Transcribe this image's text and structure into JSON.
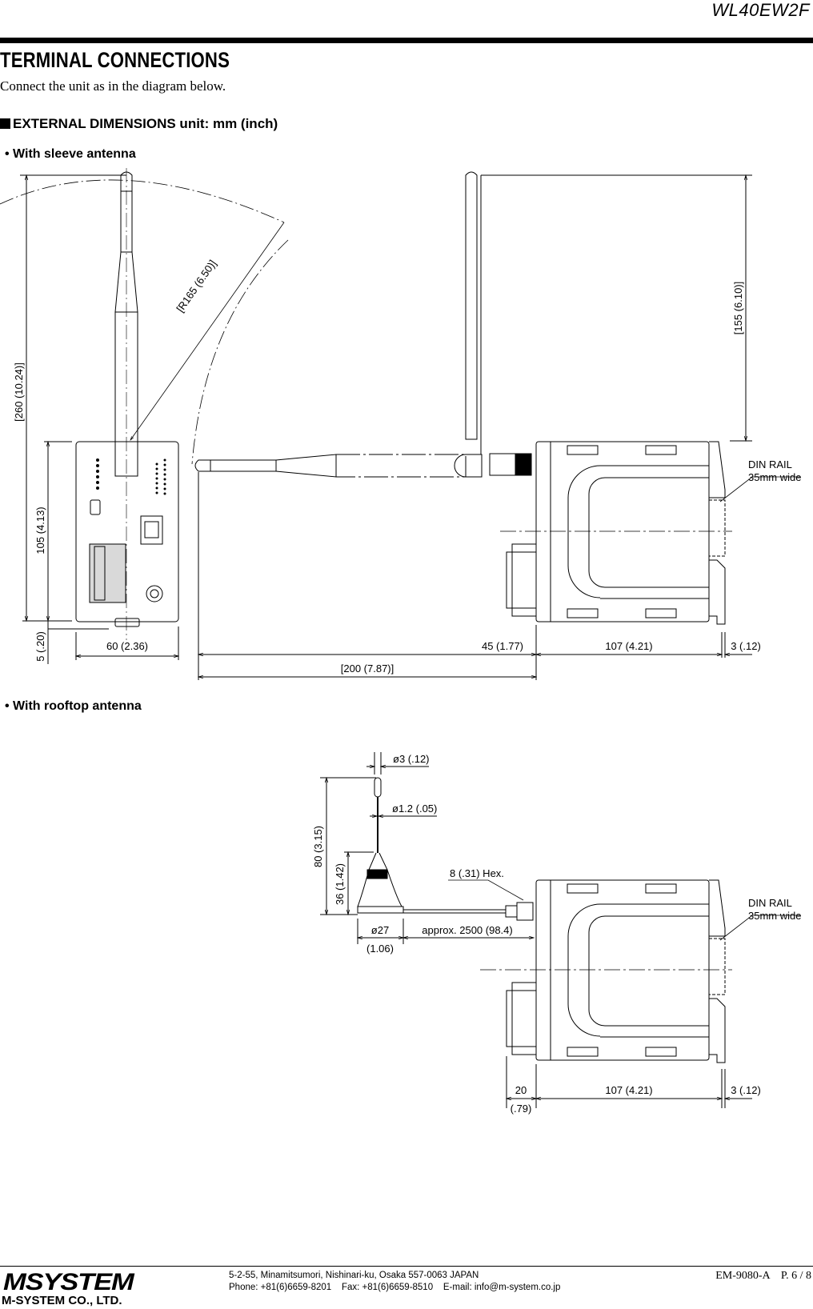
{
  "header": {
    "model": "WL40EW2F"
  },
  "page": {
    "title": "TERMINAL CONNECTIONS",
    "intro": "Connect the unit as in the diagram below.",
    "section_title": "EXTERNAL DIMENSIONS  unit: mm (inch)"
  },
  "figures": {
    "sleeve": {
      "caption": "• With sleeve antenna",
      "dims": {
        "total_height": "[260 (10.24)]",
        "radius": "[R165 (6.50)]",
        "body_height": "105 (4.13)",
        "bottom_offset": "5 (.20)",
        "front_width": "60 (2.36)",
        "antenna_height": "[155 (6.10)]",
        "antenna_connector": "45 (1.77)",
        "body_depth": "107 (4.21)",
        "rail_depth": "3 (.12)",
        "antenna_reach": "[200 (7.87)]",
        "din_rail_line1": "DIN RAIL",
        "din_rail_line2": "35mm wide"
      }
    },
    "rooftop": {
      "caption": "• With rooftop antenna",
      "dims": {
        "tip_dia": "ø3 (.12)",
        "whip_dia": "ø1.2 (.05)",
        "total_height": "80 (3.15)",
        "base_height": "36 (1.42)",
        "hex": "8 (.31) Hex.",
        "base_dia_mm": "ø27",
        "base_dia_in": "(1.06)",
        "cable_length": "approx. 2500 (98.4)",
        "connector_depth_mm": "20",
        "connector_depth_in": "(.79)",
        "body_depth": "107 (4.21)",
        "rail_depth": "3 (.12)",
        "din_rail_line1": "DIN RAIL",
        "din_rail_line2": "35mm wide"
      }
    }
  },
  "footer": {
    "logo": "MSYSTEM",
    "company": "M-SYSTEM CO., LTD.",
    "address": "5-2-55, Minamitsumori, Nishinari-ku, Osaka 557-0063 JAPAN",
    "contact": "Phone: +81(6)6659-8201    Fax: +81(6)6659-8510    E-mail: info@m-system.co.jp",
    "doc_number": "EM-9080-A    P. 6 / 8"
  }
}
